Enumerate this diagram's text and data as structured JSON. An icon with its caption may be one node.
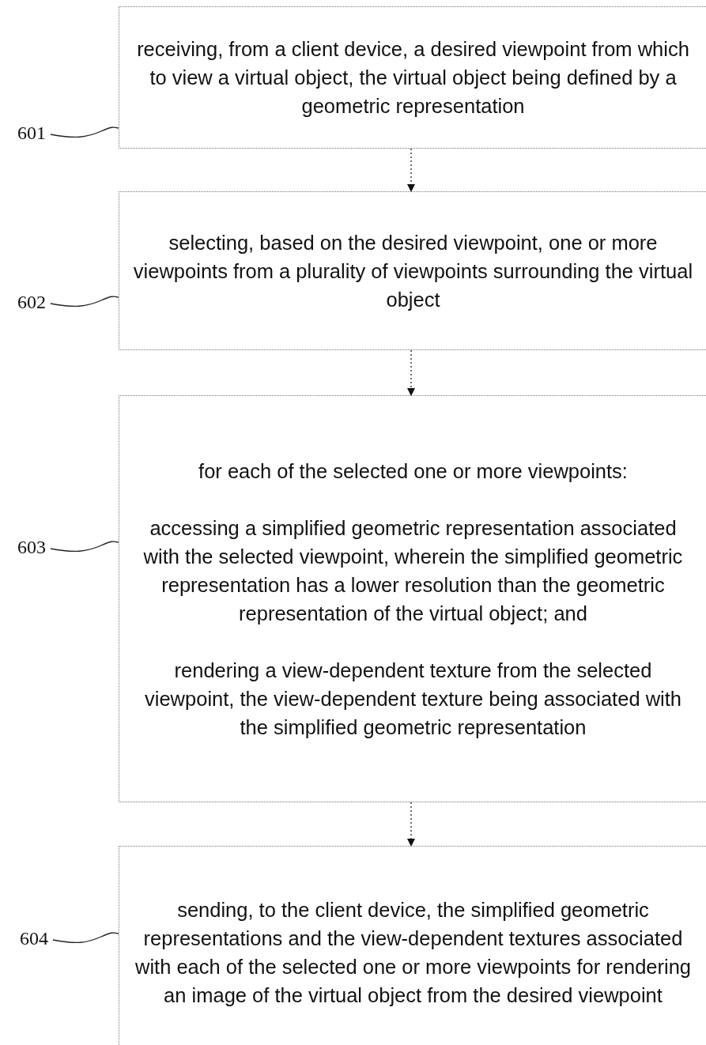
{
  "diagram": {
    "nodes": [
      {
        "text": [
          "receiving, from a client device, a desired viewpoint from which to view a virtual object, the virtual object being defined by a geometric representation"
        ]
      },
      {
        "text": [
          "601"
        ]
      },
      {
        "text": [
          "selecting, based on the desired viewpoint, one or more viewpoints from a plurality of viewpoints surrounding the virtual object"
        ]
      },
      {
        "text": [
          "602"
        ]
      },
      {
        "text": [
          "for each of the selected one or more viewpoints:",
          "accessing a simplified geometric representation associated with the selected viewpoint, wherein the simplified geometric representation has a lower resolution than the geometric representation of the virtual object; and",
          "rendering a view-dependent texture from the selected viewpoint, the view-dependent texture being associated with the simplified geometric representation"
        ]
      },
      {
        "text": [
          "603"
        ]
      },
      {
        "text": [
          "sending, to the client device, the simplified geometric representations and the view-dependent textures associated with each of the selected one or more viewpoints for rendering an image of the virtual object from the desired viewpoint"
        ]
      },
      {
        "text": [
          "604"
        ]
      }
    ],
    "edges": [
      {
        "from": 0,
        "to": 2,
        "arrow": "to",
        "style": "dashed"
      },
      {
        "from": 2,
        "to": 4,
        "arrow": "to",
        "style": "dashed"
      },
      {
        "from": 4,
        "to": 6,
        "arrow": "to",
        "style": "dashed"
      },
      {
        "from": 1,
        "to": 0,
        "arrow": "none"
      },
      {
        "from": 3,
        "to": 2,
        "arrow": "none"
      },
      {
        "from": 5,
        "to": 4,
        "arrow": "none"
      },
      {
        "from": 7,
        "to": 6,
        "arrow": "none"
      }
    ]
  }
}
